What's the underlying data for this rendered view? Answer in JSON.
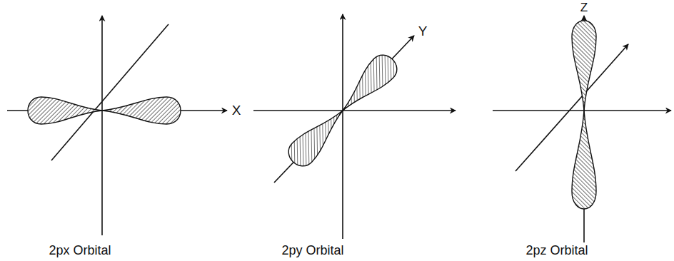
{
  "diagram": {
    "labels": [
      "X",
      "Y",
      "Z",
      "2px Orbital",
      "2py Orbital",
      "2pz Orbital"
    ]
  }
}
